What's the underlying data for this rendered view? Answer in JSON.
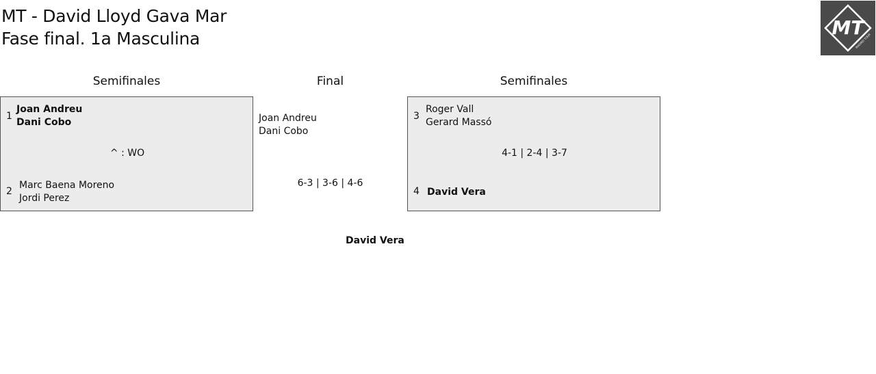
{
  "header": {
    "title_line1": "MT - David Lloyd Gava Mar",
    "title_line2": "Fase final. 1a Masculina",
    "logo_text": "MT",
    "logo_subtext": "MADRID TOUR"
  },
  "columns": {
    "left_title": "Semifinales",
    "center_title": "Final",
    "right_title": "Semifinales"
  },
  "semifinal_left": {
    "team_top": {
      "seed": "1",
      "player1": "Joan Andreu",
      "player2": "Dani Cobo",
      "winner": true
    },
    "score": "^ : WO",
    "team_bottom": {
      "seed": "2",
      "player1": "Marc Baena Moreno",
      "player2": "Jordi Perez",
      "winner": false
    }
  },
  "final": {
    "team": {
      "player1": "Joan Andreu",
      "player2": "Dani Cobo"
    },
    "score": "6-3 | 3-6 | 4-6",
    "champion": "David Vera"
  },
  "semifinal_right": {
    "team_top": {
      "seed": "3",
      "player1": "Roger Vall",
      "player2": "Gerard Massó",
      "winner": false
    },
    "score": "4-1 | 2-4 | 3-7",
    "team_bottom": {
      "seed": "4",
      "player1": "David Vera",
      "winner": true
    }
  }
}
